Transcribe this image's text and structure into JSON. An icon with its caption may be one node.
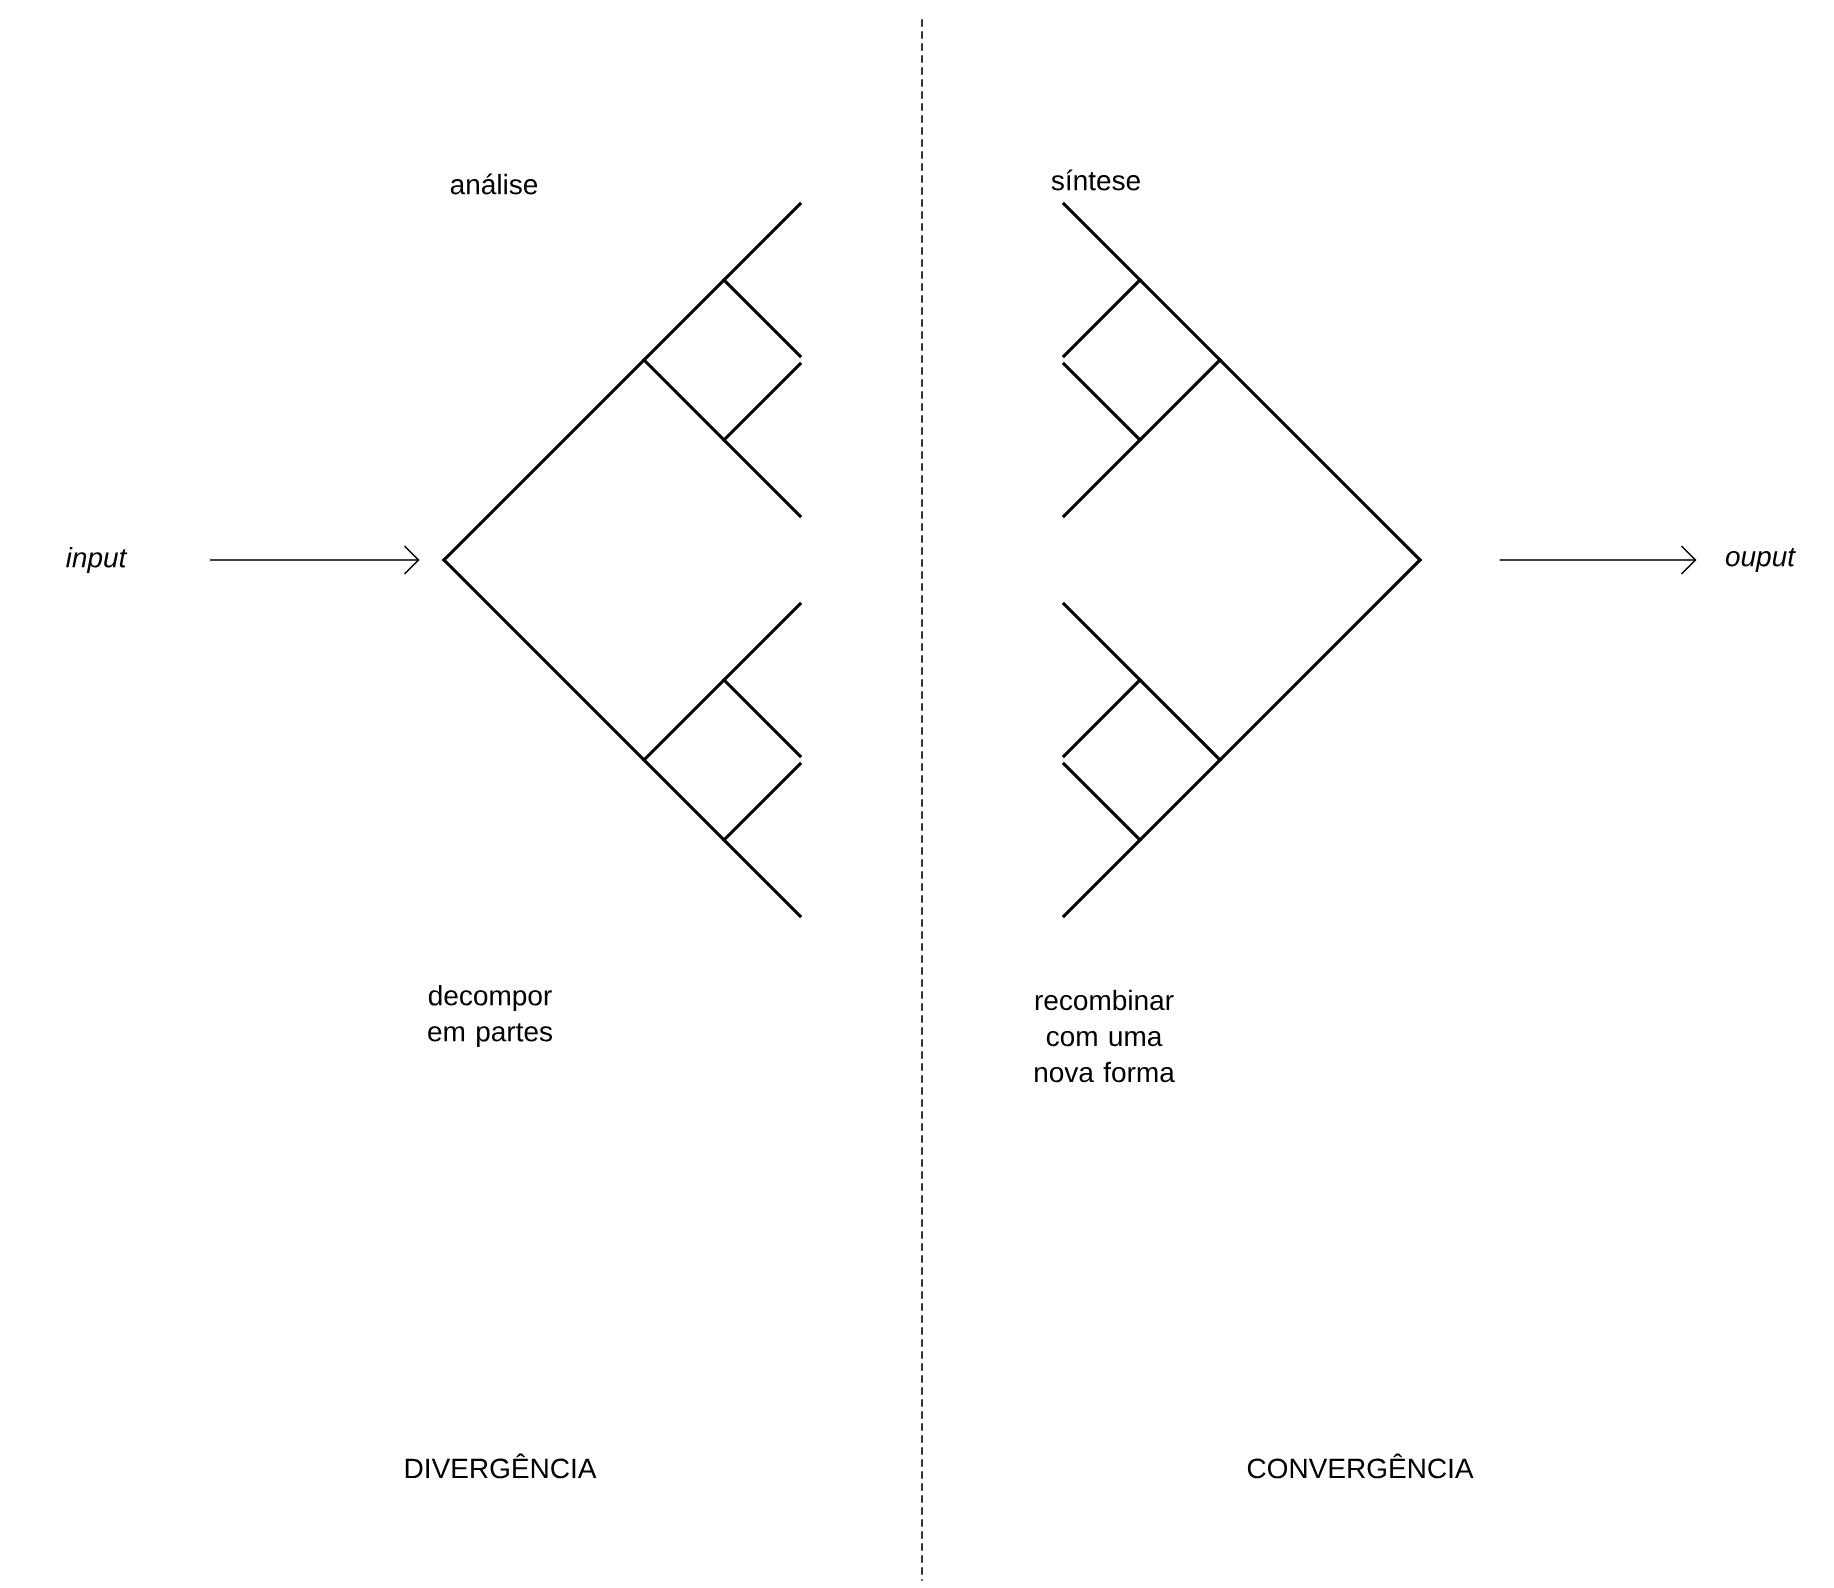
{
  "diagram": {
    "nodes": [
      {
        "text": [
          "input"
        ]
      },
      {
        "text": [],
        "shape": "tree"
      },
      {
        "text": [],
        "shape": "tree"
      },
      {
        "text": [
          "ouput"
        ]
      }
    ],
    "edges": [
      {
        "from": 0,
        "to": 1,
        "arrow": "to"
      },
      {
        "from": 2,
        "to": 3,
        "arrow": "to"
      }
    ],
    "labels": [
      "análise",
      "síntese",
      "decompor em partes",
      "recombinar com uma nova forma",
      "DIVERGÊNCIA",
      "CONVERGÊNCIA"
    ]
  }
}
